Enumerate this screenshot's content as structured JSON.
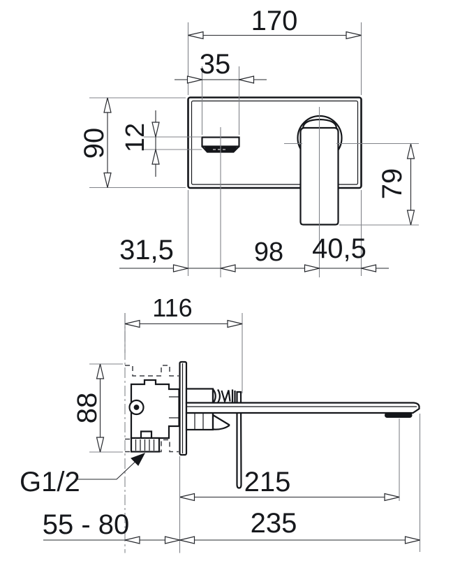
{
  "drawing": {
    "subject": "wall-mounted single-lever basin mixer, dimensioned front and side views",
    "views": {
      "front": {
        "dims": {
          "plate_width": "170",
          "spout_width": "35",
          "plate_height": "90",
          "spout_height": "12",
          "handle_length": "79",
          "edge_to_spout_center": "31,5",
          "spout_to_handle_centers": "98",
          "handle_center_to_edge": "40,5"
        }
      },
      "side": {
        "dims": {
          "rough_in_width": "116",
          "rough_in_height": "88",
          "thread_label": "G1/2",
          "wall_depth_range": "55 - 80",
          "reach_to_aerator": "215",
          "reach_overall": "235"
        }
      }
    },
    "colors": {
      "object_line": "#14161a",
      "dimension_line": "#26282d",
      "reference_line": "#808389",
      "background": "#ffffff"
    }
  }
}
